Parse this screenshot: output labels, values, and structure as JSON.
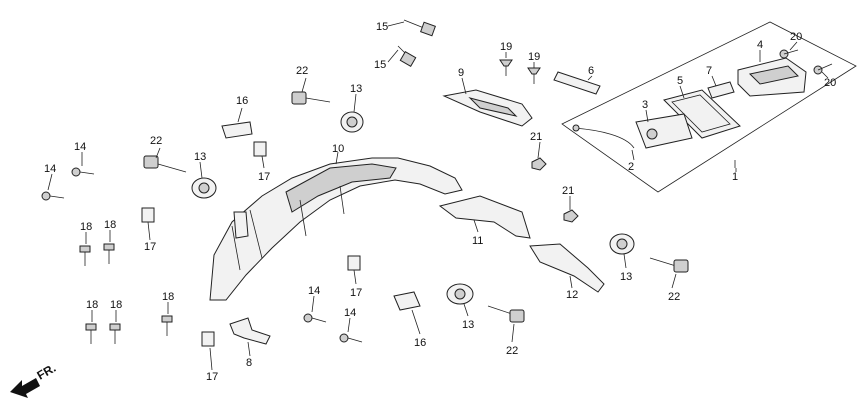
{
  "direction_label": "FR.",
  "labels": [
    {
      "id": "c15a",
      "text": "15"
    },
    {
      "id": "c15b",
      "text": "15"
    },
    {
      "id": "c19a",
      "text": "19"
    },
    {
      "id": "c19b",
      "text": "19"
    },
    {
      "id": "c20a",
      "text": "20"
    },
    {
      "id": "c20b",
      "text": "20"
    },
    {
      "id": "c4",
      "text": "4"
    },
    {
      "id": "c5",
      "text": "5"
    },
    {
      "id": "c7",
      "text": "7"
    },
    {
      "id": "c6",
      "text": "6"
    },
    {
      "id": "c9",
      "text": "9"
    },
    {
      "id": "c3",
      "text": "3"
    },
    {
      "id": "c2",
      "text": "2"
    },
    {
      "id": "c1",
      "text": "1"
    },
    {
      "id": "c21a",
      "text": "21"
    },
    {
      "id": "c21b",
      "text": "21"
    },
    {
      "id": "c22a",
      "text": "22"
    },
    {
      "id": "c13a",
      "text": "13"
    },
    {
      "id": "c16a",
      "text": "16"
    },
    {
      "id": "c17a",
      "text": "17"
    },
    {
      "id": "c10",
      "text": "10"
    },
    {
      "id": "c22b",
      "text": "22"
    },
    {
      "id": "c13b",
      "text": "13"
    },
    {
      "id": "c14a",
      "text": "14"
    },
    {
      "id": "c14b",
      "text": "14"
    },
    {
      "id": "c17b",
      "text": "17"
    },
    {
      "id": "c18a",
      "text": "18"
    },
    {
      "id": "c18b",
      "text": "18"
    },
    {
      "id": "c11",
      "text": "11"
    },
    {
      "id": "c12",
      "text": "12"
    },
    {
      "id": "c13c",
      "text": "13"
    },
    {
      "id": "c22c",
      "text": "22"
    },
    {
      "id": "c17c",
      "text": "17"
    },
    {
      "id": "c14c",
      "text": "14"
    },
    {
      "id": "c14d",
      "text": "14"
    },
    {
      "id": "c18c",
      "text": "18"
    },
    {
      "id": "c18d",
      "text": "18"
    },
    {
      "id": "c18e",
      "text": "18"
    },
    {
      "id": "c8",
      "text": "8"
    },
    {
      "id": "c17d",
      "text": "17"
    },
    {
      "id": "c16b",
      "text": "16"
    },
    {
      "id": "c13d",
      "text": "13"
    },
    {
      "id": "c22d",
      "text": "22"
    }
  ]
}
